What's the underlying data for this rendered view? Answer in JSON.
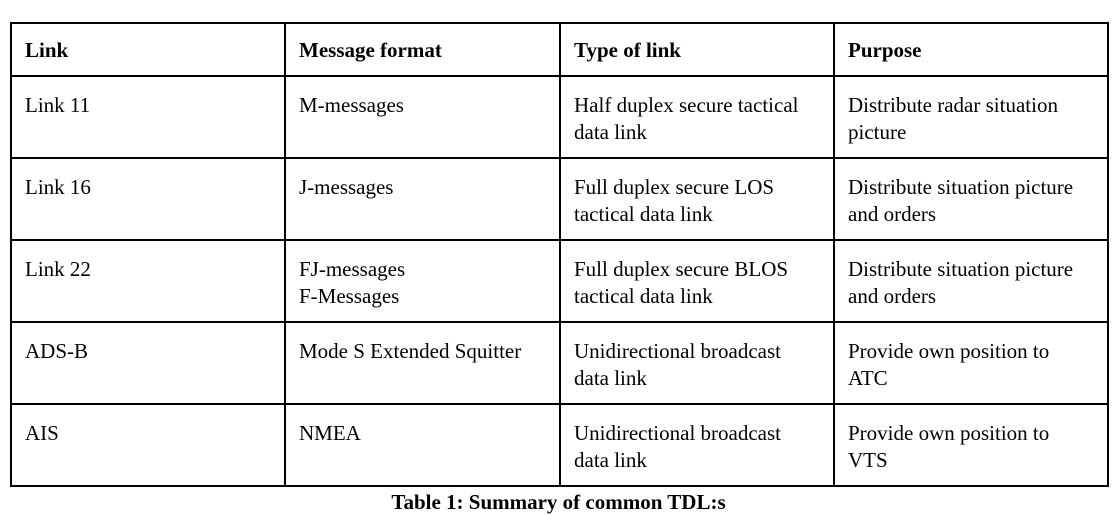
{
  "table": {
    "headers": [
      "Link",
      "Message format",
      "Type of link",
      "Purpose"
    ],
    "rows": [
      {
        "link": [
          "Link 11"
        ],
        "message_format": [
          "M-messages"
        ],
        "type_of_link": [
          "Half duplex secure tactical",
          "data link"
        ],
        "purpose": [
          "Distribute radar situation",
          "picture"
        ]
      },
      {
        "link": [
          "Link 16"
        ],
        "message_format": [
          "J-messages"
        ],
        "type_of_link": [
          "Full duplex secure LOS",
          "tactical data link"
        ],
        "purpose": [
          "Distribute situation picture",
          "and orders"
        ]
      },
      {
        "link": [
          "Link 22"
        ],
        "message_format": [
          "FJ-messages",
          "F-Messages"
        ],
        "type_of_link": [
          "Full duplex secure BLOS",
          "tactical data link"
        ],
        "purpose": [
          "Distribute situation picture",
          "and orders"
        ]
      },
      {
        "link": [
          "ADS-B"
        ],
        "message_format": [
          "Mode S Extended Squitter"
        ],
        "type_of_link": [
          "Unidirectional broadcast",
          "data link"
        ],
        "purpose": [
          "Provide own position to",
          "ATC"
        ]
      },
      {
        "link": [
          "AIS"
        ],
        "message_format": [
          "NMEA"
        ],
        "type_of_link": [
          "Unidirectional broadcast",
          "data link"
        ],
        "purpose": [
          "Provide own position to",
          "VTS"
        ]
      }
    ]
  },
  "caption": "Table 1: Summary of common TDL:s"
}
